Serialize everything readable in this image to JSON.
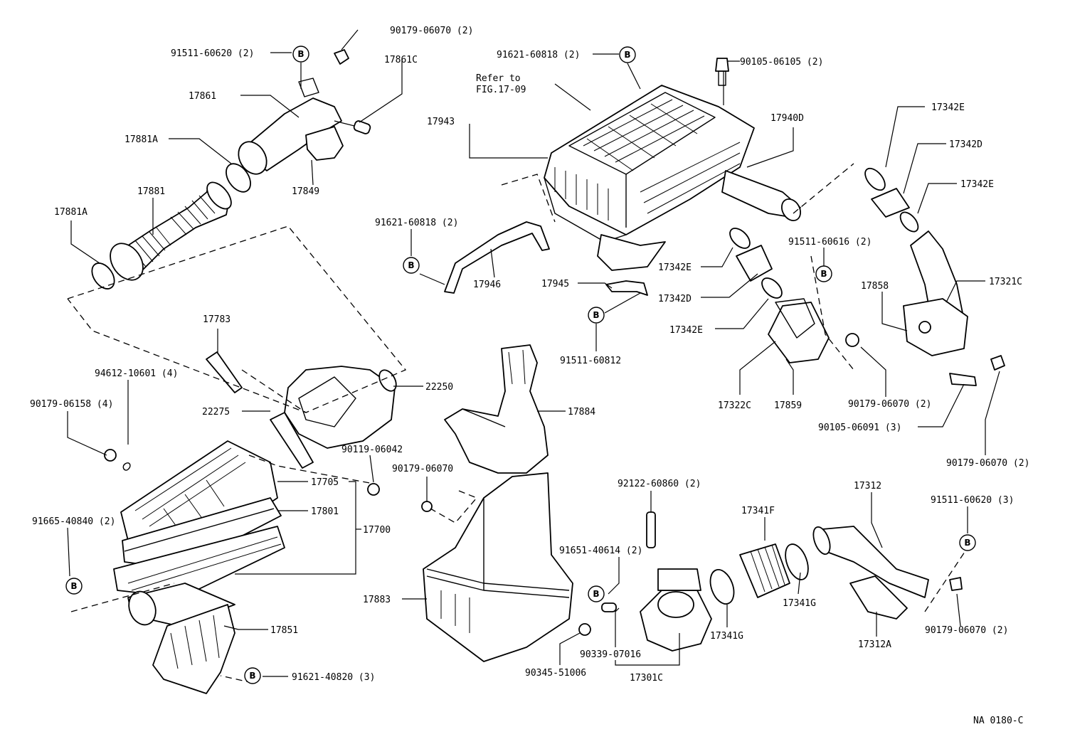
{
  "diagram": {
    "figure_code": "NA 0180-C",
    "reference_note": [
      "Refer to",
      "FIG.17-09"
    ],
    "bolt_marker": "B",
    "labels": [
      "90179-06070 (2)",
      "91511-60620 (2)",
      "17861C",
      "17861",
      "17881A",
      "17849",
      "17881",
      "17881A",
      "91621-60818 (2)",
      "17943",
      "90105-06105 (2)",
      "17940D",
      "17342E",
      "17342D",
      "17342E",
      "91621-60818 (2)",
      "17946",
      "17945",
      "91511-60616 (2)",
      "17342E",
      "17342D",
      "17342E",
      "91511-60812",
      "17858",
      "17321C",
      "17322C",
      "17859",
      "90179-06070 (2)",
      "90105-06091 (3)",
      "90179-06070 (2)",
      "17783",
      "94612-10601 (4)",
      "22250",
      "90179-06158 (4)",
      "22275",
      "17884",
      "90119-06042",
      "90179-06070",
      "17705",
      "17801",
      "17700",
      "91665-40840 (2)",
      "92122-60860 (2)",
      "17312",
      "91511-60620 (3)",
      "17341F",
      "91651-40614 (2)",
      "17883",
      "17341G",
      "17341G",
      "17312A",
      "90179-06070 (2)",
      "17851",
      "90339-07016",
      "91621-40820 (3)",
      "90345-51006",
      "17301C"
    ]
  }
}
